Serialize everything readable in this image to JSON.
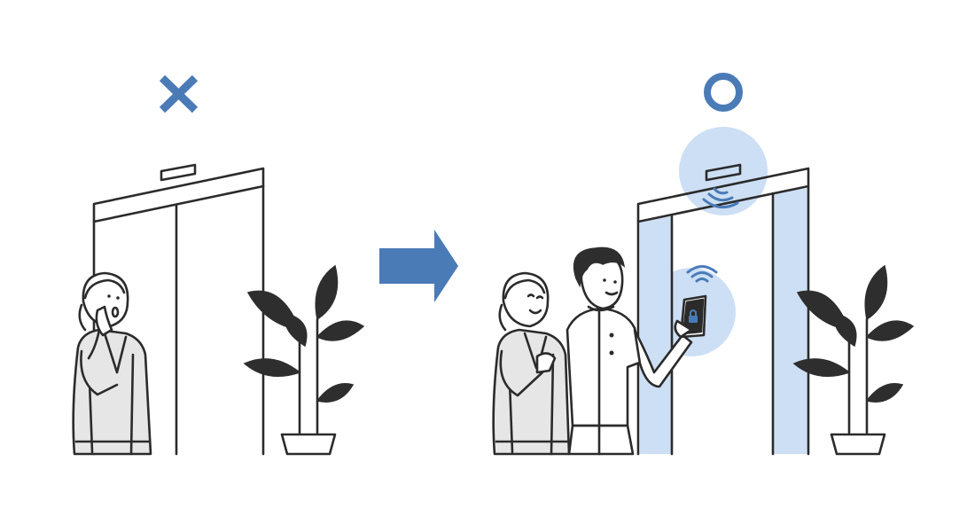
{
  "colors": {
    "accent": "#4a7bb7",
    "highlight": "#cddff5",
    "line": "#2b2b2b",
    "clothing": "#e6e6e6",
    "plant": "#2e2e2e",
    "background": "#ffffff"
  },
  "panels": [
    {
      "id": "before",
      "mark_icon": "cross-mark-icon",
      "meaning": "incorrect"
    },
    {
      "id": "after",
      "mark_icon": "circle-mark-icon",
      "meaning": "correct"
    }
  ],
  "transition_icon": "right-arrow-icon",
  "sensor_icons": [
    "wireless-signal-icon",
    "smartphone-icon",
    "lock-icon"
  ]
}
